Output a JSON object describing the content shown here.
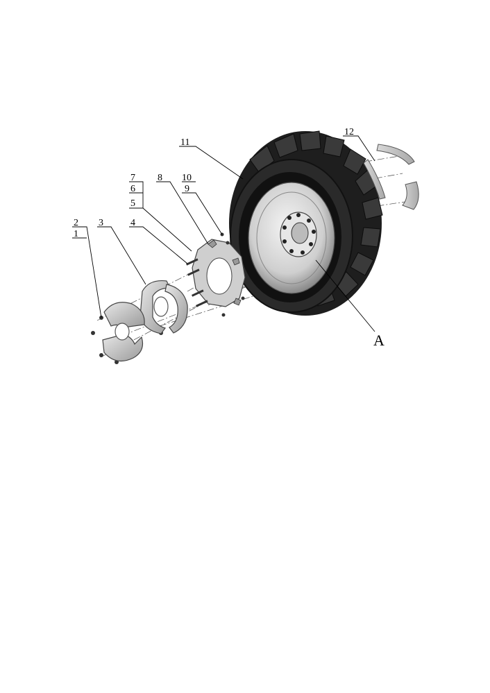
{
  "figure": {
    "callouts": [
      {
        "id": "c1",
        "text": "1"
      },
      {
        "id": "c2",
        "text": "2"
      },
      {
        "id": "c3",
        "text": "3"
      },
      {
        "id": "c4",
        "text": "4"
      },
      {
        "id": "c5",
        "text": "5"
      },
      {
        "id": "c6",
        "text": "6"
      },
      {
        "id": "c7",
        "text": "7"
      },
      {
        "id": "c8",
        "text": "8"
      },
      {
        "id": "c9",
        "text": "9"
      },
      {
        "id": "c10",
        "text": "10"
      },
      {
        "id": "c11",
        "text": "11"
      },
      {
        "id": "c12",
        "text": "12"
      }
    ],
    "detail_label": "A"
  }
}
